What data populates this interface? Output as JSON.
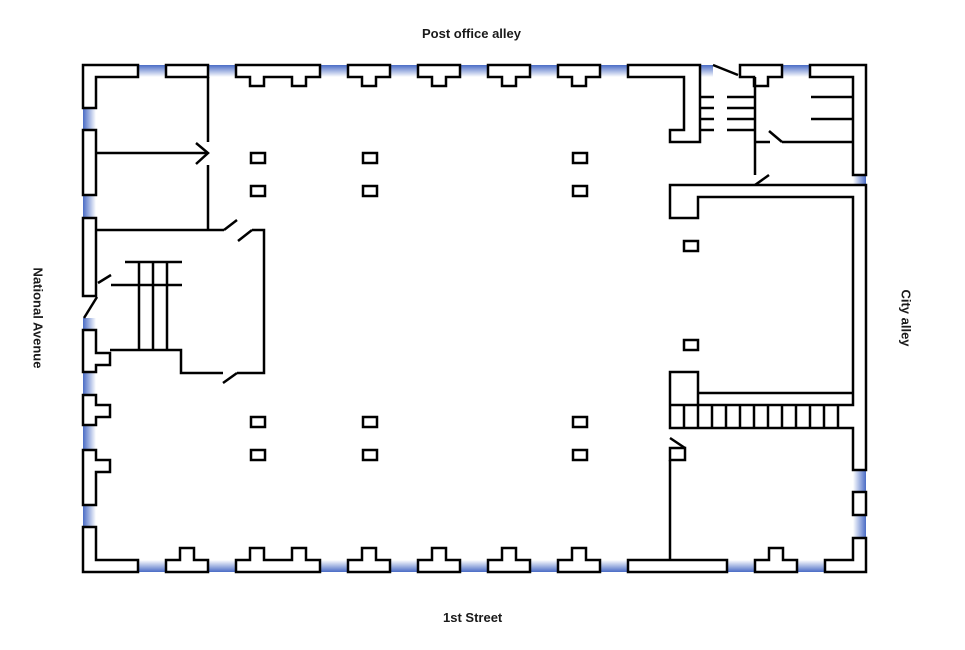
{
  "streets": {
    "top": "Post office alley",
    "bottom": "1st Street",
    "left": "National Avenue",
    "right": "City alley"
  },
  "colors": {
    "window": "#5577cc",
    "wall": "#000000"
  }
}
